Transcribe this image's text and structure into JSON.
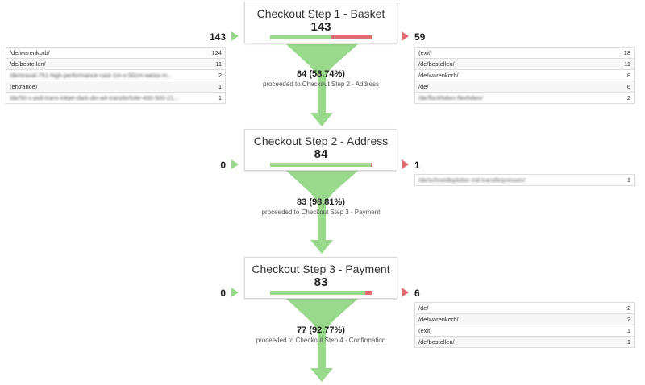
{
  "colors": {
    "green": "#99d98c",
    "red": "#e06a72",
    "funnel": "#99d98c"
  },
  "steps": [
    {
      "title": "Checkout Step 1 - Basket",
      "count": "143",
      "green_fraction": 0.587,
      "in_total": "143",
      "out_total": "59",
      "entries": [
        {
          "label": "/de/warenkorb/",
          "value": "124"
        },
        {
          "label": "/de/bestellen/",
          "value": "11"
        },
        {
          "label": "/de/oraval-751-high-performance-cast-1m-x-50cm-weiss-m...",
          "value": "2"
        },
        {
          "label": "(entrance)",
          "value": "1"
        },
        {
          "label": "/de/50-x-poli-trans-inkjet-dark-din-a4-transferfolie-400-500-21...",
          "value": "1"
        }
      ],
      "exits": [
        {
          "label": "(exit)",
          "value": "18"
        },
        {
          "label": "/de/bestellen/",
          "value": "11"
        },
        {
          "label": "/de/warenkorb/",
          "value": "8"
        },
        {
          "label": "/de/",
          "value": "6"
        },
        {
          "label": "/de/flockfolien-flexfolien/",
          "value": "2"
        }
      ],
      "proceeded_count": "84 (58.74%)",
      "proceeded_text": "proceeded to Checkout Step 2 - Address"
    },
    {
      "title": "Checkout Step 2 - Address",
      "count": "84",
      "green_fraction": 0.988,
      "in_total": "0",
      "out_total": "1",
      "entries": [],
      "exits": [
        {
          "label": "/de/schneideplotter-mit-transferpressen/",
          "value": "1"
        }
      ],
      "proceeded_count": "83 (98.81%)",
      "proceeded_text": "proceeded to Checkout Step 3 - Payment"
    },
    {
      "title": "Checkout Step 3 - Payment",
      "count": "83",
      "green_fraction": 0.928,
      "in_total": "0",
      "out_total": "6",
      "entries": [],
      "exits": [
        {
          "label": "/de/",
          "value": "2"
        },
        {
          "label": "/de/warenkorb/",
          "value": "2"
        },
        {
          "label": "(exit)",
          "value": "1"
        },
        {
          "label": "/de/bestellen/",
          "value": "1"
        }
      ],
      "proceeded_count": "77 (92.77%)",
      "proceeded_text": "proceeded to Checkout Step 4 - Confirmation"
    }
  ]
}
